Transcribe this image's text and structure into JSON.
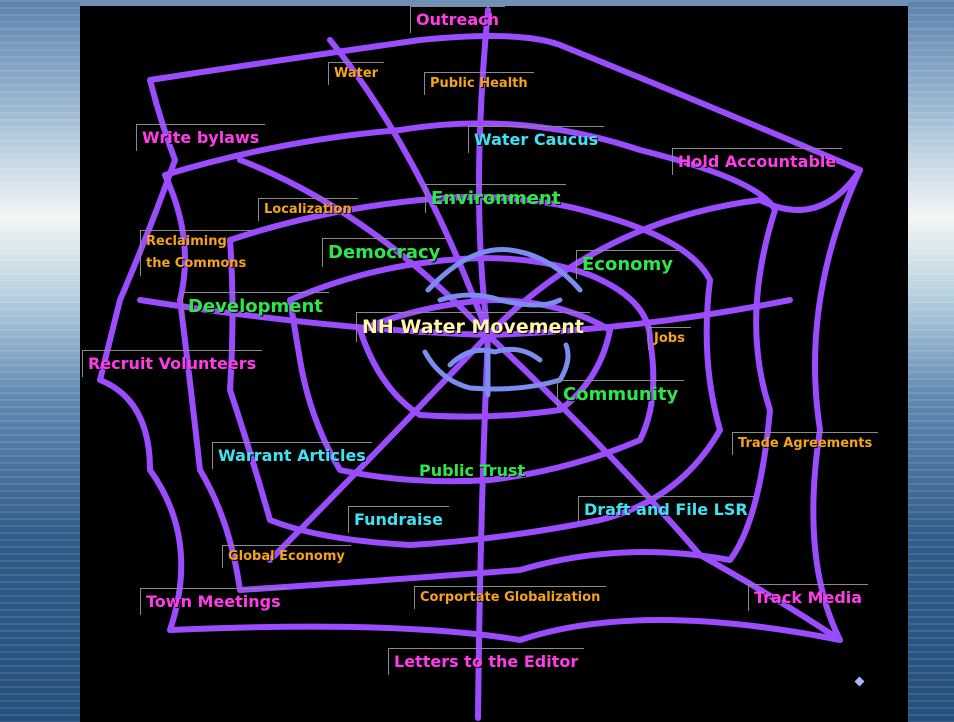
{
  "colors": {
    "web_line": "#9b4cff",
    "hub_line": "#7c8cf0",
    "background": "#000000"
  },
  "diagram": {
    "center": "NH Water Movement",
    "labels": {
      "outreach": "Outreach",
      "water": "Water",
      "public_health": "Public Health",
      "write_bylaws": "Write bylaws",
      "water_caucus": "Water Caucus",
      "hold_accountable": "Hold Accountable",
      "environment": "Environment",
      "localization": "Localization",
      "reclaiming_line1": "Reclaiming",
      "reclaiming_line2": "the Commons",
      "democracy": "Democracy",
      "economy": "Economy",
      "development": "Development",
      "jobs": "Jobs",
      "recruit_volunteers": "Recruit Volunteers",
      "community": "Community",
      "trade_agreements": "Trade Agreements",
      "warrant_articles": "Warrant Articles",
      "public_trust": "Public Trust",
      "draft_file_lsr": "Draft and File LSR",
      "fundraise": "Fundraise",
      "global_economy": "Global Economy",
      "town_meetings": "Town Meetings",
      "corporate_globalization": "Corportate Globalization",
      "track_media": "Track Media",
      "letters_editor": "Letters to the Editor"
    }
  }
}
